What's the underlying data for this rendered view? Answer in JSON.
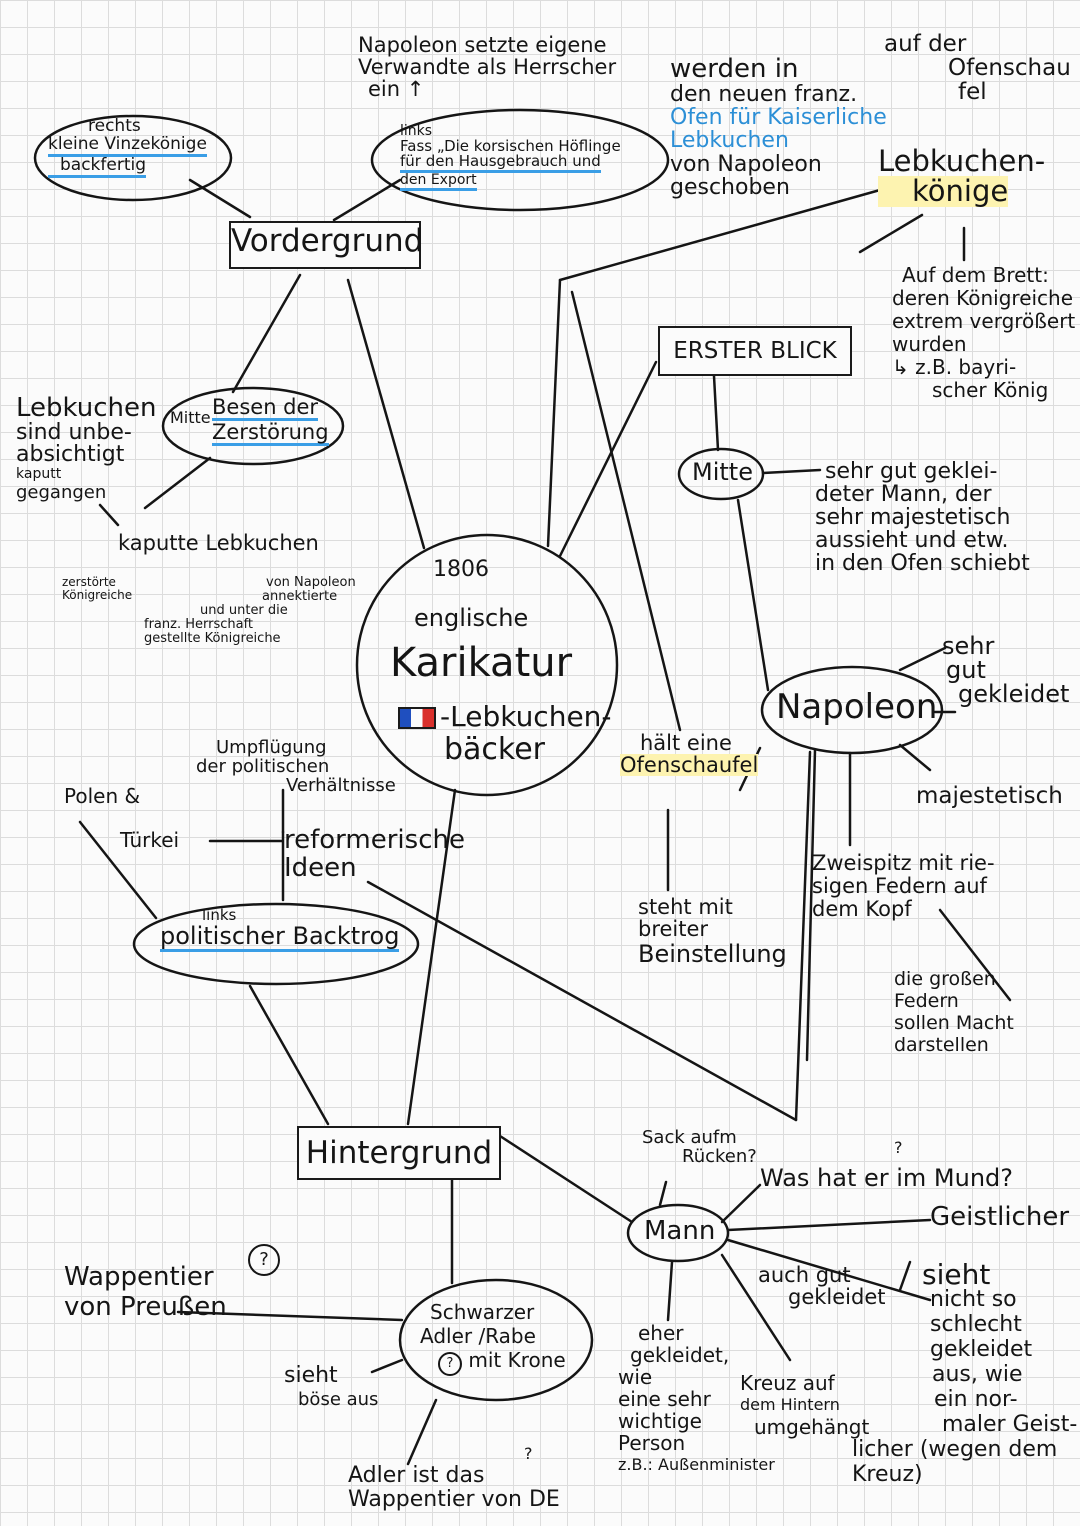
{
  "center": {
    "year": "1806",
    "line1": "englische",
    "line2": "Karikatur",
    "line3": "-Lebkuchen-",
    "line4": "bäcker"
  },
  "boxes": {
    "vordergrund": "Vordergrund",
    "erster_blick": "ERSTER BLICK",
    "hintergrund": "Hintergrund"
  },
  "top": {
    "napoleon_lines": [
      "Napoleon setzte eigene",
      "Verwandte als Herrscher",
      "ein ↑"
    ],
    "werden": [
      "werden in",
      "den neuen franz.",
      "Ofen für Kaiserliche",
      "Lebkuchen",
      "von Napoleon",
      "geschoben"
    ],
    "auf_der": [
      "auf der",
      "Ofenschau",
      "fel"
    ]
  },
  "rechts_oval": {
    "l1": "rechts",
    "l2": "kleine Vinzekönige",
    "l3": "backfertig"
  },
  "links_fass_oval": {
    "l1": "links",
    "l2": "Fass „Die korsischen Höflinge",
    "l3": "für den Hausgebrauch und",
    "l4": "den Export"
  },
  "lebkuchen_koenige": {
    "l1": "Lebkuchen-",
    "l2": "könige"
  },
  "brett": [
    "Auf dem Brett:",
    "deren Königreiche",
    "extrem vergrößert",
    "wurden",
    "↳ z.B. bayri-",
    "scher König"
  ],
  "besen": {
    "mitte": "Mitte",
    "l1": "Besen der",
    "l2": "Zerstörung"
  },
  "lebkuchen_unbe": [
    "Lebkuchen",
    "sind unbe-",
    "absichtigt",
    "kaputt",
    "gegangen"
  ],
  "kaputte": "kaputte Lebkuchen",
  "zerstoerte": [
    "zerstörte",
    "Königreiche"
  ],
  "annektierte": [
    "von Napoleon",
    "annektierte",
    "und unter die",
    "franz. Herrschaft",
    "gestellte Königreiche"
  ],
  "mitte_oval": "Mitte",
  "mann_gut": [
    "sehr gut geklei-",
    "deter Mann, der",
    "sehr majestetisch",
    "aussieht und etw.",
    "in den Ofen schiebt"
  ],
  "napoleon_oval": "Napoleon",
  "sehr_gut": [
    "sehr",
    "gut",
    "gekleidet"
  ],
  "haelt": {
    "l1": "hält eine",
    "l2": "Ofenschaufel"
  },
  "majestetisch": "majestetisch",
  "zweispitz": [
    "Zweispitz mit rie-",
    "sigen Federn auf",
    "dem Kopf"
  ],
  "federn": [
    "die großen",
    "Federn",
    "sollen Macht",
    "darstellen"
  ],
  "steht": [
    "steht mit",
    "breiter",
    "Beinstellung"
  ],
  "umpfluegung": [
    "Umpflügung",
    "der politischen",
    "Verhältnisse"
  ],
  "polen": {
    "polen": "Polen &",
    "tuerkei": "Türkei"
  },
  "reform": [
    "reformerische",
    "Ideen"
  ],
  "backtrog": {
    "l1": "links",
    "l2": "politischer Backtrog"
  },
  "sack": [
    "Sack aufm",
    "Rücken?"
  ],
  "was_hat": "Was hat er im Mund?",
  "q_mark": "?",
  "geistlicher": "Geistlicher",
  "mann_oval": "Mann",
  "auch_gut": [
    "auch gut",
    "gekleidet"
  ],
  "sieht_nicht": [
    "sieht",
    "nicht so",
    "schlecht",
    "gekleidet",
    "aus, wie",
    "ein nor-",
    "maler Geist-",
    "licher (wegen dem",
    "Kreuz)"
  ],
  "eher": [
    "eher",
    "gekleidet,",
    "wie",
    "eine sehr",
    "wichtige",
    "Person",
    "z.B.: Außenminister"
  ],
  "kreuz": [
    "Kreuz auf",
    "dem Hintern",
    "umgehängt"
  ],
  "wappen": {
    "l1": "Wappentier",
    "l2": "von Preußen",
    "q": "?"
  },
  "adler_oval": {
    "l1": "Schwarzer",
    "l2": "Adler /Rabe",
    "q": "?",
    "l3": "mit Krone"
  },
  "sieht_boese": [
    "sieht",
    "böse aus"
  ],
  "adler_de": {
    "l1": "Adler ist das",
    "l2": "Wappentier von DE",
    "q": "?"
  }
}
